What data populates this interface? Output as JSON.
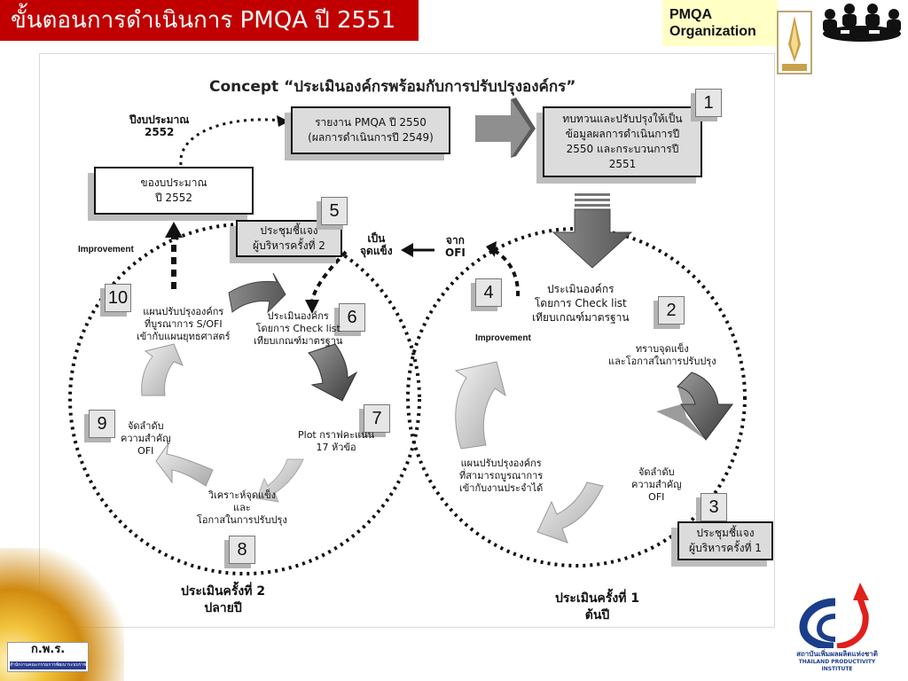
{
  "header": {
    "title": "ขั้นตอนการดำเนินการ  PMQA  ปี 2551",
    "org_line1": "PMQA",
    "org_line2": "Organization"
  },
  "concept_title": "Concept “ประเมินองค์กรพร้อมกับการปรับปรุงองค์กร”",
  "top": {
    "budget_year_l1": "ปีงบประมาณ",
    "budget_year_l2": "2552",
    "report_l1": "รายงาน PMQA ปี 2550",
    "report_l2": "(ผลการดำเนินการปี 2549)",
    "step1_l1": "ทบทวนและปรับปรุงให้เป็น",
    "step1_l2": "ข้อมูลผลการดำเนินการปี",
    "step1_l3": "2550 และกระบวนการปี",
    "step1_l4": "2551",
    "request_l1": "ของบประมาณ",
    "request_l2": "ปี 2552"
  },
  "steps": {
    "n1": "1",
    "n2": "2",
    "n3": "3",
    "n4": "4",
    "n5": "5",
    "n6": "6",
    "n7": "7",
    "n8": "8",
    "n9": "9",
    "n10": "10"
  },
  "right_cycle": {
    "assess_l1": "ประเมินองค์กร",
    "assess_l2": "โดยการ Check list",
    "assess_l3": "เทียบเกณฑ์มาตรฐาน",
    "know_l1": "ทราบจุดแข็ง",
    "know_l2": "และโอกาสในการปรับปรุง",
    "prio_l1": "จัดลำดับ",
    "prio_l2": "ความสำคัญ",
    "prio_l3": "OFI",
    "meeting1_l1": "ประชุมชี้แจง",
    "meeting1_l2": "ผู้บริหารครั้งที่ 1",
    "plan_l1": "แผนปรับปรุงองค์กร",
    "plan_l2": "ที่สามารถบูรณาการ",
    "plan_l3": "เข้ากับงานประจำได้",
    "improvement": "Improvement",
    "caption_l1": "ประเมินครั้งที่ 1",
    "caption_l2": "ต้นปี"
  },
  "middle": {
    "from_l1": "จาก",
    "from_l2": "OFI",
    "to_l1": "เป็น",
    "to_l2": "จุดแข็ง"
  },
  "left_cycle": {
    "meeting2_l1": "ประชุมชี้แจง",
    "meeting2_l2": "ผู้บริหารครั้งที่ 2",
    "assess_l1": "ประเมินองค์กร",
    "assess_l2": "โดยการ Check list",
    "assess_l3": "เทียบเกณฑ์มาตรฐาน",
    "plot_l1": "Plot กราฟคะแนน",
    "plot_l2": "17 หัวข้อ",
    "analyze_l1": "วิเคราะห์จุดแข็ง",
    "analyze_l2": "และ",
    "analyze_l3": "โอกาสในการปรับปรุง",
    "prio_l1": "จัดลำดับ",
    "prio_l2": "ความสำคัญ",
    "prio_l3": "OFI",
    "plan_l1": "แผนปรับปรุงองค์กร",
    "plan_l2": "ที่บูรณาการ S/OFI",
    "plan_l3": "เข้ากับแผนยุทธศาสตร์",
    "improvement": "Improvement",
    "caption_l1": "ประเมินครั้งที่ 2",
    "caption_l2": "ปลายปี"
  },
  "footer": {
    "kpr": "ก.พ.ร.",
    "kpr_sub": "สำนักงานคณะกรรมการพัฒนาระบบราชการ",
    "tpi_l1": "สถาบันเพิ่มผลผลิตแห่งชาติ",
    "tpi_l2": "THAILAND PRODUCTIVITY INSTITUTE"
  },
  "colors": {
    "header_red": "#c00000",
    "org_yellow": "#ffffc6",
    "arrow_dark": "#555555",
    "arrow_light": "#c8c8c8",
    "tpi_blue": "#1b3e8a",
    "tpi_red": "#e0201c"
  }
}
